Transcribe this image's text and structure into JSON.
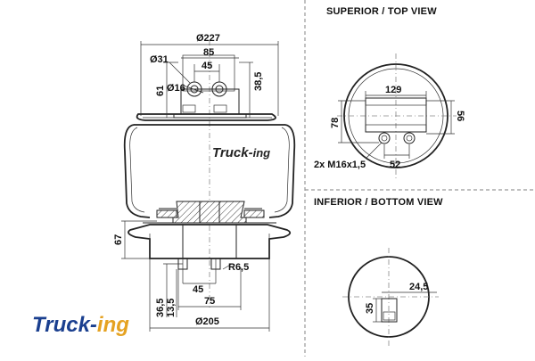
{
  "brand": {
    "truck": "Truck-",
    "ing": "ing",
    "truck_color": "#1a3f8f",
    "ing_color": "#e5a221"
  },
  "views": {
    "top_title": "SUPERIOR / TOP VIEW",
    "bottom_title": "INFERIOR / BOTTOM VIEW"
  },
  "main_dims": {
    "d227": "Ø227",
    "d85": "85",
    "d31": "Ø31",
    "d45_top": "45",
    "d38_5": "38,5",
    "d16": "Ø16",
    "d61": "61",
    "d67": "67",
    "r6_5": "R6,5",
    "d36_5": "36,5",
    "d13_5": "13,5",
    "d45_bottom": "45",
    "d75": "75",
    "d205": "Ø205"
  },
  "top_view_dims": {
    "d129": "129",
    "d78": "78",
    "d56": "56",
    "bolts": "2x M16x1,5",
    "d52": "52"
  },
  "bottom_view_dims": {
    "d24_5": "24,5",
    "d35": "35"
  }
}
